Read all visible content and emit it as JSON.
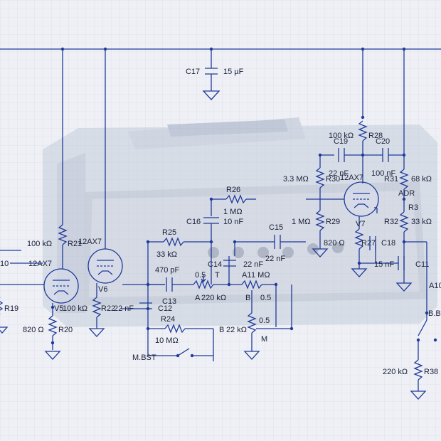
{
  "labels": {
    "c17": "C17",
    "c17_val": "15 µF",
    "r28_val": "100 kΩ",
    "r28": "R28",
    "c19": "C19",
    "c20": "C20",
    "r30_val": "3.3 MΩ",
    "r30": "R30",
    "c19_val": "22 nF",
    "u12ax7_right": "12AX7",
    "c20_val": "100 nF",
    "r31": "R31",
    "r31_val": "68 kΩ",
    "adr": "ADR",
    "r26": "R26",
    "r26_val": "1 MΩ",
    "c16": "C16",
    "c16_val": "10 nF",
    "r29_val": "1 MΩ",
    "r29": "R29",
    "v7": "V7",
    "r32": "R32",
    "r32_val": "33 kΩ",
    "r21_val": "100 kΩ",
    "r21": "R21",
    "u12ax7_mid": "12AX7",
    "r25": "R25",
    "r25_val": "33 kΩ",
    "c15": "C15",
    "c15_val": "22 nF",
    "r27_val": "820 Ω",
    "r27": "R27",
    "c18": "C18",
    "c11": "C11",
    "c18_val": "15 nF",
    "left_cut": "10",
    "u12ax7_left": "12AX7",
    "c13_val": "470 pF",
    "pot_a_wiper": "0.5",
    "pot_a_t": "T",
    "r219": "R19",
    "v5": "V5",
    "v6": "V6",
    "c14": "C14",
    "c14_val": "22 nF",
    "a1": "A1",
    "a1_val": "1 MΩ",
    "a10": "A10",
    "r22_val": "100 kΩ",
    "r22": "R22",
    "c12_val": "22 nF",
    "c12": "C12",
    "c13": "C13",
    "pot_a": "A",
    "pot_a_val": "220 kΩ",
    "pot_b": "B",
    "pot_b_wiper": "0.5",
    "r24": "R24",
    "r24_val": "10 MΩ",
    "r20_val": "820 Ω",
    "r20": "R20",
    "pot_b2": "B",
    "pot_b2_val": "22 kΩ",
    "pot_m_wiper": "0.5",
    "pot_m": "M",
    "bb": "B.B",
    "mbst": "M.BST",
    "r38_val": "220 kΩ",
    "r38": "R38",
    "r3": "R3"
  },
  "colors": {
    "wire": "#1f3a9a",
    "background": "#eef0f5",
    "photo": "#c6cedc"
  }
}
